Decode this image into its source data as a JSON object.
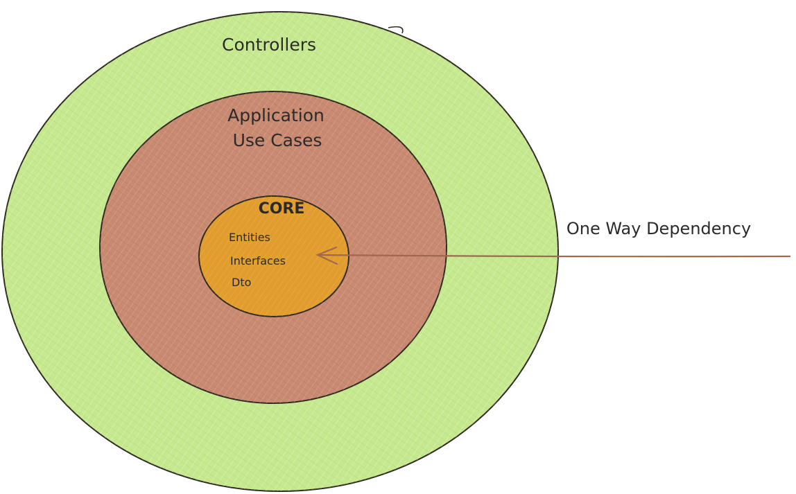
{
  "colors": {
    "outer_fill": "#c6e98f",
    "middle_fill": "#c98a72",
    "core_fill": "#e29d2f",
    "stroke": "#2f2b22",
    "arrow": "#a0684c",
    "arrow_text": "#a0684c"
  },
  "layers": {
    "outer": {
      "label": "Controllers"
    },
    "middle": {
      "label_line1": "Application",
      "label_line2": "Use Cases"
    },
    "core": {
      "label": "CORE",
      "items": [
        "Entities",
        "Interfaces",
        "Dto"
      ]
    }
  },
  "arrow": {
    "label": "One Way Dependency"
  }
}
